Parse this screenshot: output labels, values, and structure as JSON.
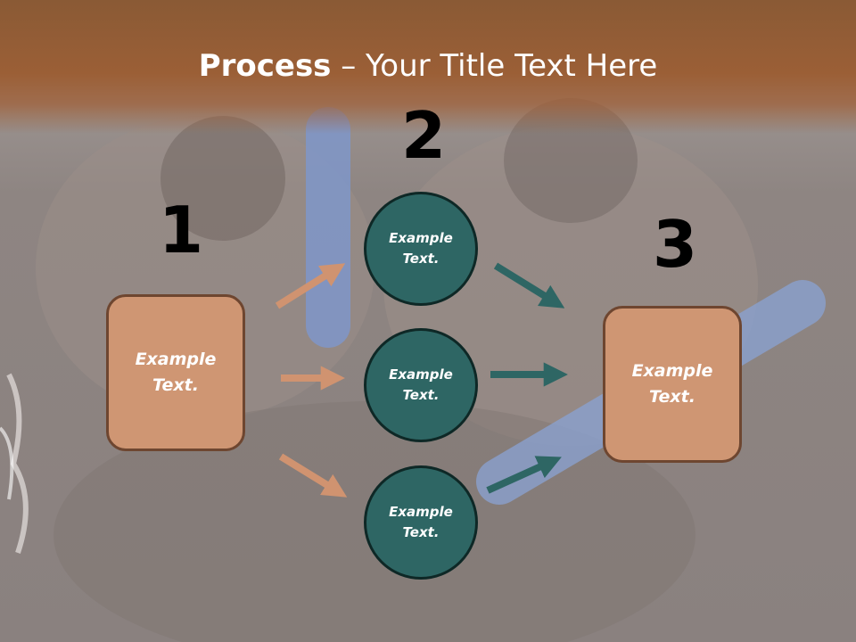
{
  "slide": {
    "title_bold": "Process",
    "title_rest": " – Your Title Text Here"
  },
  "diagram": {
    "steps": [
      {
        "number": "1",
        "label": "Example\nText."
      },
      {
        "number": "2",
        "label": "Example\nText."
      },
      {
        "number": "3",
        "label": "Example\nText."
      }
    ],
    "middle_nodes": [
      {
        "label": "Example\nText."
      },
      {
        "label": "Example\nText."
      },
      {
        "label": "Example\nText."
      }
    ]
  },
  "colors": {
    "header": "#9b5f36",
    "box_fill": "#cf9673",
    "box_border": "#6e4630",
    "circle_fill": "#2e6664",
    "circle_border": "#0e2826",
    "arrow_left": "#d09370",
    "arrow_right": "#2e6664"
  }
}
